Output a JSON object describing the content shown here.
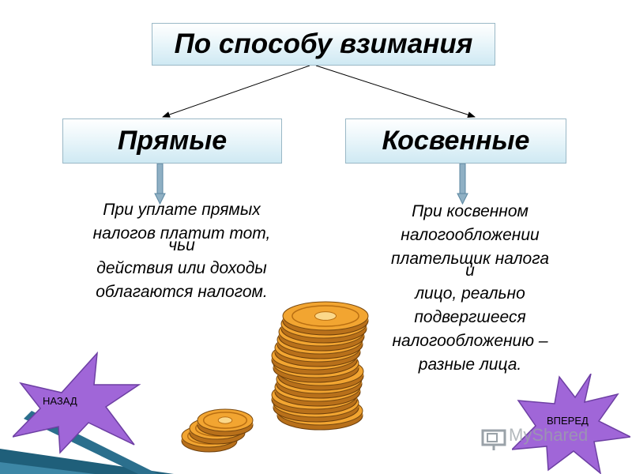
{
  "diagram": {
    "title": "По способу взимания",
    "left_box": "Прямые",
    "right_box": "Косвенные",
    "left_text": {
      "line1": "При уплате прямых",
      "line2": "налогов платит тот,",
      "line3": "чьи",
      "line4": "действия или доходы",
      "line5": "облагаются налогом."
    },
    "right_text": {
      "line1": "При косвенном",
      "line2": "налогообложении",
      "line3": "плательщик налога",
      "line4": "и",
      "line5": "лицо, реально",
      "line6": "подвергшееся",
      "line7": "налогообложению –",
      "line8": "разные лица."
    }
  },
  "nav": {
    "back_label": "НАЗАД",
    "forward_label": "ВПЕРЕД"
  },
  "watermark": "MyShared",
  "colors": {
    "box_fill": "#e6f4f9",
    "star_fill": "#a066d8",
    "coin_fill": "#f2a531",
    "arrow_fill": "#8fb0c4"
  }
}
